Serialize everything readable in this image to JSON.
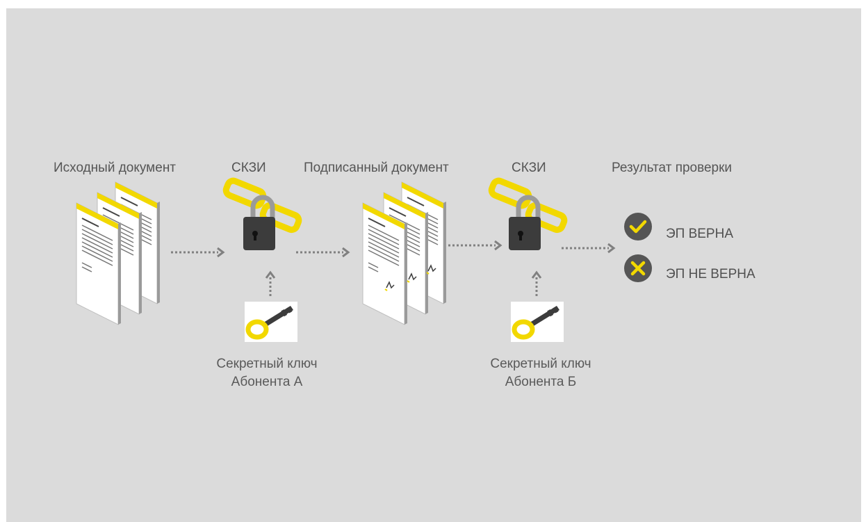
{
  "labels": {
    "source_document": "Исходный документ",
    "skzi_1": "СКЗИ",
    "signed_document": "Подписанный документ",
    "skzi_2": "СКЗИ",
    "verification_result": "Результат проверки"
  },
  "keys": {
    "key_a": {
      "line1": "Секретный ключ",
      "line2": "Абонента А"
    },
    "key_b": {
      "line1": "Секретный ключ",
      "line2": "Абонента Б"
    }
  },
  "results": {
    "valid": "ЭП ВЕРНА",
    "invalid": "ЭП НЕ ВЕРНА"
  },
  "colors": {
    "background": "#dbdbdb",
    "accent_yellow": "#f2d800",
    "lock_body": "#3c3c3c",
    "text_gray": "#555555",
    "arrow_gray": "#808080"
  }
}
